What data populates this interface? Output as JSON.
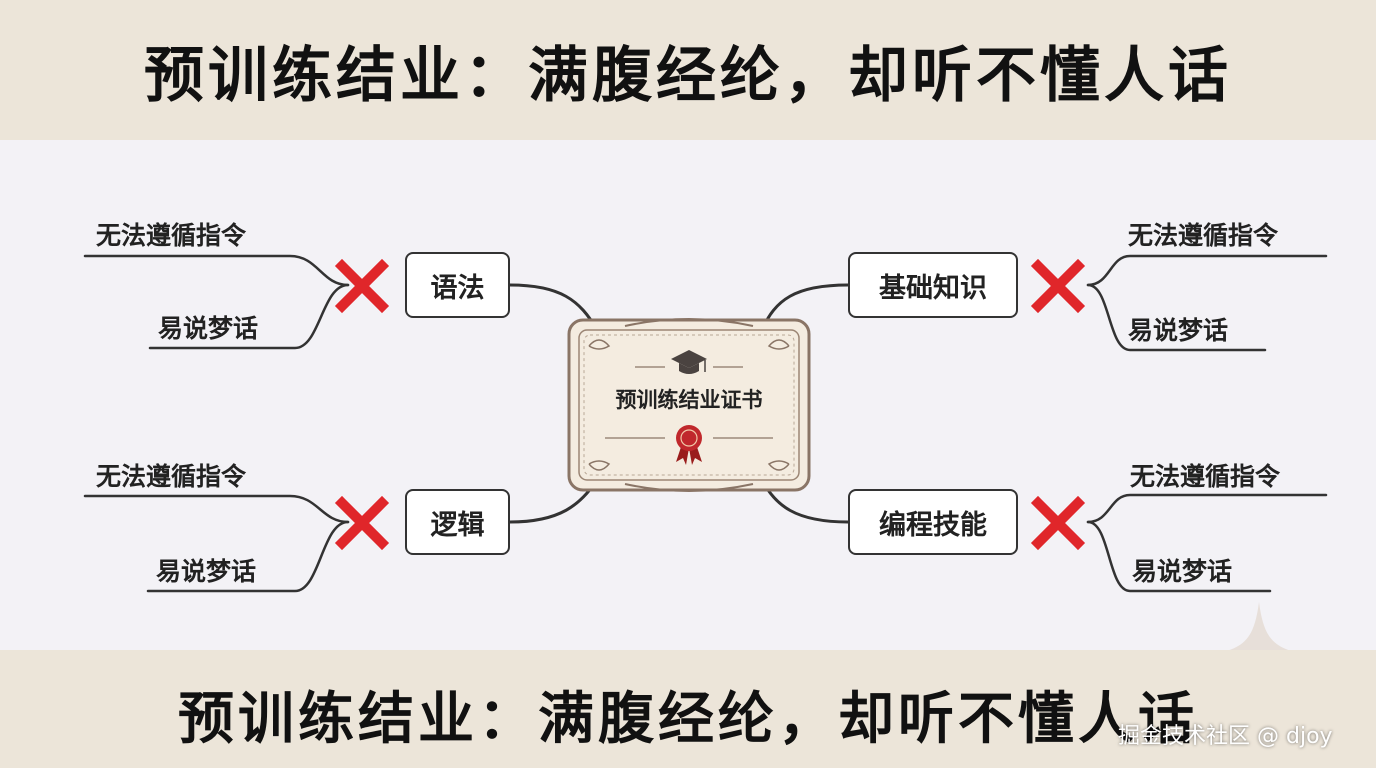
{
  "header": {
    "title": "预训练结业：满腹经纶，却听不懂人话"
  },
  "footer": {
    "title": "预训练结业：满腹经纶，却听不懂人话"
  },
  "center": {
    "label": "预训练结业证书",
    "icon": "graduation-cap-icon",
    "seal": "rosette-seal-icon"
  },
  "branches": {
    "grammar": {
      "label": "语法",
      "leaves": [
        "无法遵循指令",
        "易说梦话"
      ]
    },
    "logic": {
      "label": "逻辑",
      "leaves": [
        "无法遵循指令",
        "易说梦话"
      ]
    },
    "knowledge": {
      "label": "基础知识",
      "leaves": [
        "无法遵循指令",
        "易说梦话"
      ]
    },
    "programming": {
      "label": "编程技能",
      "leaves": [
        "无法遵循指令",
        "易说梦话"
      ]
    }
  },
  "watermark": {
    "text": "掘金技术社区 @ djoy"
  },
  "colors": {
    "band": "#ece5d9",
    "canvas": "#f3f2f6",
    "cross": "#e0262a",
    "line": "#333333",
    "certificate": "#f4ece0"
  }
}
